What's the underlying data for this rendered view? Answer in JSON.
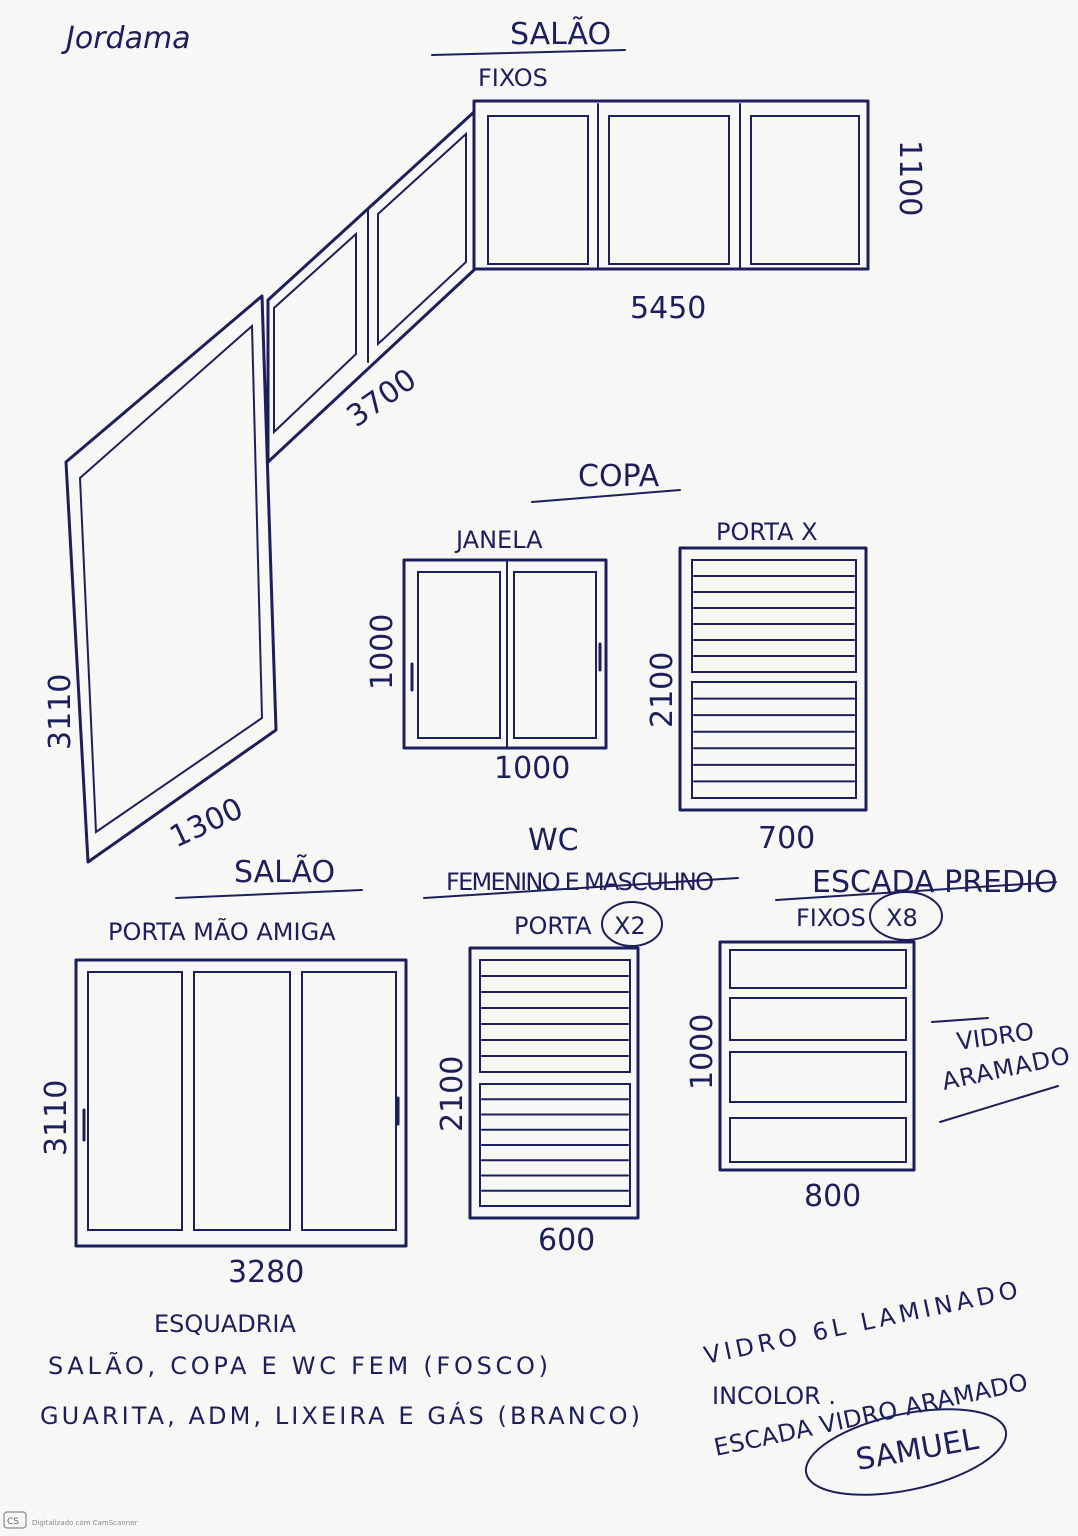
{
  "header": {
    "signature": "Jordama"
  },
  "sections": {
    "salao_top": {
      "title": "SALÃO",
      "subtitle": "FIXOS",
      "dims": {
        "height": "1100",
        "width_right": "5450",
        "width_diag": "3700",
        "height_door": "3110",
        "width_door": "1300"
      }
    },
    "copa": {
      "title": "COPA",
      "janela": {
        "label": "JANELA",
        "height": "1000",
        "width": "1000"
      },
      "porta": {
        "label": "PORTA X",
        "height": "2100",
        "width": "700"
      }
    },
    "salao_bottom": {
      "title": "SALÃO",
      "porta": {
        "label": "PORTA MÃO AMIGA",
        "height": "3110",
        "width": "3280"
      }
    },
    "wc": {
      "title": "WC",
      "subtitle": "FEMENINO E MASCULINO",
      "porta": {
        "label": "PORTA",
        "qty": "X2",
        "height": "2100",
        "width": "600"
      }
    },
    "escada": {
      "title": "ESCADA PREDIO",
      "fixos": {
        "label": "FIXOS",
        "qty": "X8",
        "height": "1000",
        "width": "800"
      },
      "vidro_note": [
        "VIDRO",
        "ARAMADO"
      ]
    }
  },
  "notes": {
    "esquadria_title": "ESQUADRIA",
    "lines": [
      "SALÃO, COPA E WC FEM (FOSCO)",
      "GUARITA, ADM, LIXEIRA E GÁS (BRANCO)"
    ],
    "vidro_lines": [
      "VIDRO 6L LAMINADO",
      "INCOLOR .",
      "ESCADA VIDRO ARAMADO"
    ],
    "signature": "SAMUEL"
  },
  "footer": {
    "logo": "CS",
    "text": "Digitalizado com CamScanner"
  }
}
